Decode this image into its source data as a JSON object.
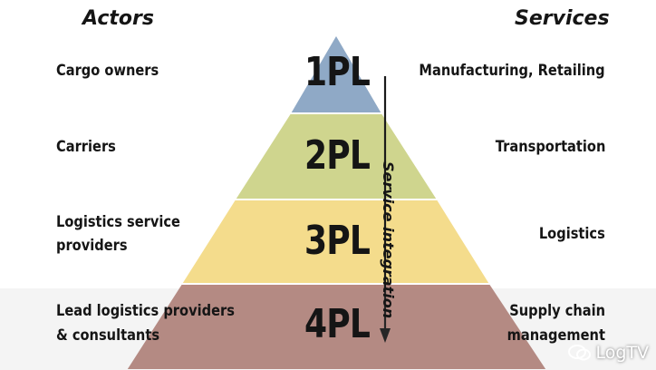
{
  "headers": {
    "left": "Actors",
    "right": "Services"
  },
  "levels": [
    {
      "id": "1PL",
      "actor": [
        "Cargo owners"
      ],
      "service": [
        "Manufacturing, Retailing"
      ],
      "color": "#8fa9c6"
    },
    {
      "id": "2PL",
      "actor": [
        "Carriers"
      ],
      "service": [
        "Transportation"
      ],
      "color": "#cfd58e"
    },
    {
      "id": "3PL",
      "actor": [
        "Logistics service",
        "providers"
      ],
      "service": [
        "Logistics"
      ],
      "color": "#f4dc8c"
    },
    {
      "id": "4PL",
      "actor": [
        "Lead logistics providers",
        "& consultants"
      ],
      "service": [
        "Supply chain",
        "management"
      ],
      "color": "#b88a82"
    }
  ],
  "arrow_label": "Service integration",
  "watermark": "LogTV"
}
